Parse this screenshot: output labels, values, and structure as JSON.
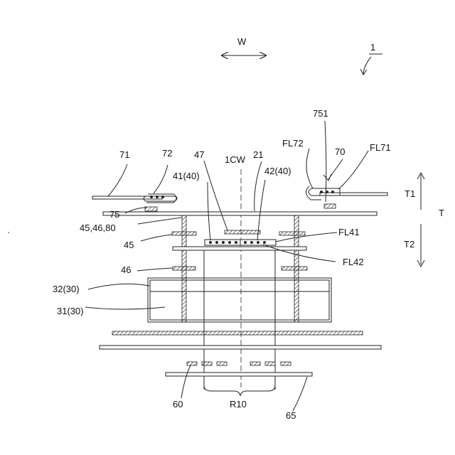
{
  "labels": {
    "w": "W",
    "device": "1",
    "l751": "751",
    "fl72": "FL72",
    "l70": "70",
    "fl71": "FL71",
    "l71": "71",
    "l72": "72",
    "l47": "47",
    "cw": "1CW",
    "l21": "21",
    "l41": "41(40)",
    "l42": "42(40)",
    "t1": "T1",
    "t": "T",
    "t2": "T2",
    "l75": "75",
    "l45_46_80": "45,46,80",
    "l45": "45",
    "fl41": "FL41",
    "fl42": "FL42",
    "l46": "46",
    "l32": "32(30)",
    "l31": "31(30)",
    "l60": "60",
    "r10": "R10",
    "l65": "65"
  },
  "colors": {
    "line": "#222222",
    "background": "#ffffff"
  }
}
